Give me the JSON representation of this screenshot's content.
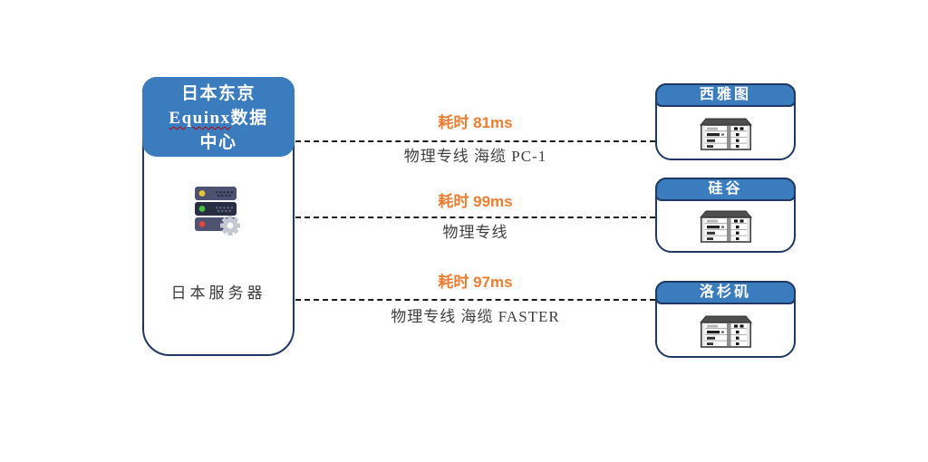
{
  "left_node": {
    "icon": "server-stack-icon",
    "title": {
      "line1": "日本东京",
      "line2_en": "Equinx",
      "line2_cn": "数据",
      "line3": "中心"
    },
    "label": "日本服务器"
  },
  "links": [
    {
      "latency": "耗时 81ms",
      "description": "物理专线 海缆 PC-1"
    },
    {
      "latency": "耗时 99ms",
      "description": "物理专线"
    },
    {
      "latency": "耗时 97ms",
      "description": "物理专线 海缆 FASTER"
    }
  ],
  "right_nodes": [
    {
      "label": "西雅图",
      "icon": "router-icon"
    },
    {
      "label": "硅谷",
      "icon": "router-icon"
    },
    {
      "label": "洛杉矶",
      "icon": "router-icon"
    }
  ],
  "colors": {
    "accent_blue": "#3A7CBE",
    "border_navy": "#1F3864",
    "latency_orange": "#ED7D31",
    "text_dark": "#3F3F3F",
    "spellcheck_red": "#C00000",
    "dash_line": "#1B1B1B"
  }
}
